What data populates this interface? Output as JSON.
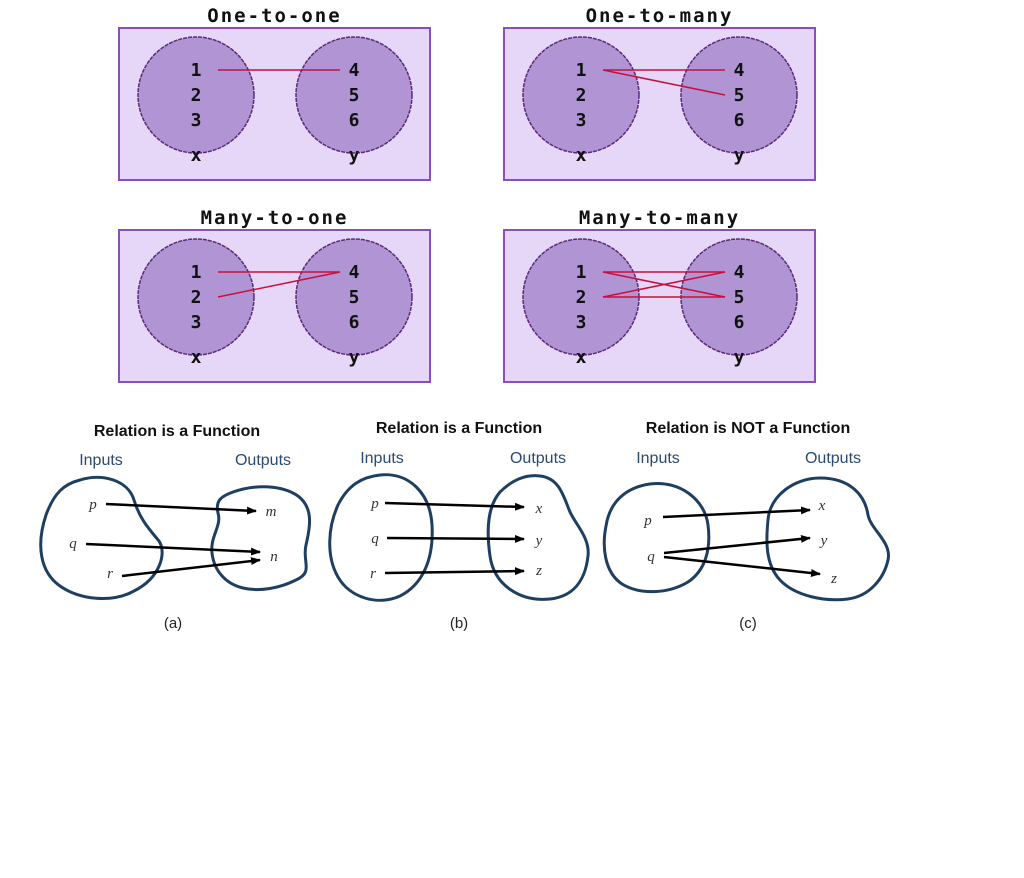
{
  "mapping_panels": [
    {
      "title": "One-to-one",
      "domain": [
        "1",
        "2",
        "3"
      ],
      "codomain": [
        "4",
        "5",
        "6"
      ],
      "domain_label": "x",
      "codomain_label": "y",
      "links": [
        [
          0,
          0
        ]
      ]
    },
    {
      "title": "One-to-many",
      "domain": [
        "1",
        "2",
        "3"
      ],
      "codomain": [
        "4",
        "5",
        "6"
      ],
      "domain_label": "x",
      "codomain_label": "y",
      "links": [
        [
          0,
          0
        ],
        [
          0,
          1
        ]
      ]
    },
    {
      "title": "Many-to-one",
      "domain": [
        "1",
        "2",
        "3"
      ],
      "codomain": [
        "4",
        "5",
        "6"
      ],
      "domain_label": "x",
      "codomain_label": "y",
      "links": [
        [
          0,
          0
        ],
        [
          1,
          0
        ]
      ]
    },
    {
      "title": "Many-to-many",
      "domain": [
        "1",
        "2",
        "3"
      ],
      "codomain": [
        "4",
        "5",
        "6"
      ],
      "domain_label": "x",
      "codomain_label": "y",
      "links": [
        [
          0,
          0
        ],
        [
          0,
          1
        ],
        [
          1,
          0
        ],
        [
          1,
          1
        ]
      ]
    }
  ],
  "function_diagrams": [
    {
      "title": "Relation is a Function",
      "inputs_label": "Inputs",
      "outputs_label": "Outputs",
      "inputs": [
        "p",
        "q",
        "r"
      ],
      "outputs": [
        "m",
        "n"
      ],
      "arrows": [
        [
          0,
          0
        ],
        [
          1,
          1
        ],
        [
          2,
          1
        ]
      ],
      "caption": "(a)"
    },
    {
      "title": "Relation is a Function",
      "inputs_label": "Inputs",
      "outputs_label": "Outputs",
      "inputs": [
        "p",
        "q",
        "r"
      ],
      "outputs": [
        "x",
        "y",
        "z"
      ],
      "arrows": [
        [
          0,
          0
        ],
        [
          1,
          1
        ],
        [
          2,
          2
        ]
      ],
      "caption": "(b)"
    },
    {
      "title": "Relation is NOT a Function",
      "inputs_label": "Inputs",
      "outputs_label": "Outputs",
      "inputs": [
        "p",
        "q"
      ],
      "outputs": [
        "x",
        "y",
        "z"
      ],
      "arrows": [
        [
          0,
          0
        ],
        [
          1,
          1
        ],
        [
          1,
          2
        ]
      ],
      "caption": "(c)"
    }
  ],
  "colors": {
    "panel_fill": "#e6d6f7",
    "panel_border": "#8a4fbe",
    "circle_fill": "#b094d4",
    "circle_border": "#5a2a7a",
    "link": "#c8103c",
    "blob_stroke": "#1f3f61",
    "arrow": "#000000"
  }
}
